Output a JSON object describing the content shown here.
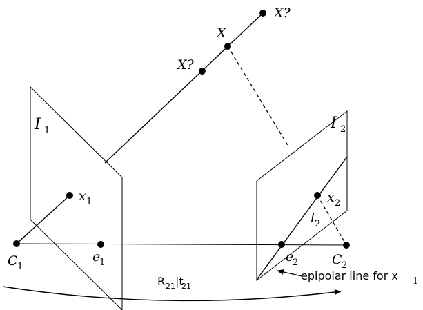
{
  "labels": {
    "X_top": "X?",
    "X_mid": "X",
    "X_low": "X?",
    "image1": "I",
    "image1_sub": "1",
    "image2": "I",
    "image2_sub": "2",
    "x1": "x",
    "x1_sub": "1",
    "x2": "x",
    "x2_sub": "2",
    "l2": "l",
    "l2_sub": "2",
    "C1": "C",
    "C1_sub": "1",
    "C2": "C",
    "C2_sub": "2",
    "e1": "e",
    "e1_sub": "1",
    "e2": "e",
    "e2_sub": "2",
    "epipolar_note": "epipolar line for x",
    "epipolar_note_sub": "1",
    "motion_R": "R",
    "motion_R_sub": "21",
    "motion_t": "|t",
    "motion_t_sub": "21"
  }
}
